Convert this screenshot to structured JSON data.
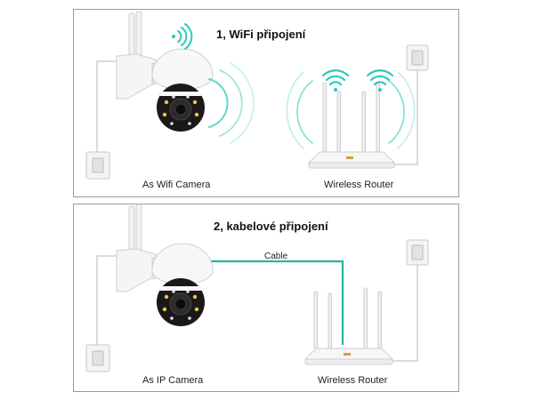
{
  "panels": [
    {
      "title": "1, WiFi připojení",
      "camera_label": "As Wifi Camera",
      "router_label": "Wireless Router"
    },
    {
      "title": "2, kabelové připojení",
      "camera_label": "As IP Camera",
      "router_label": "Wireless Router",
      "cable_label": "Cable"
    }
  ],
  "colors": {
    "wifi_signal": "#2fc9b5",
    "cable": "#22b7a3",
    "panel_border": "#9a9a9a"
  },
  "icons": [
    "wifi-icon",
    "wall-socket-icon",
    "camera-icon",
    "router-icon",
    "cable-icon"
  ]
}
